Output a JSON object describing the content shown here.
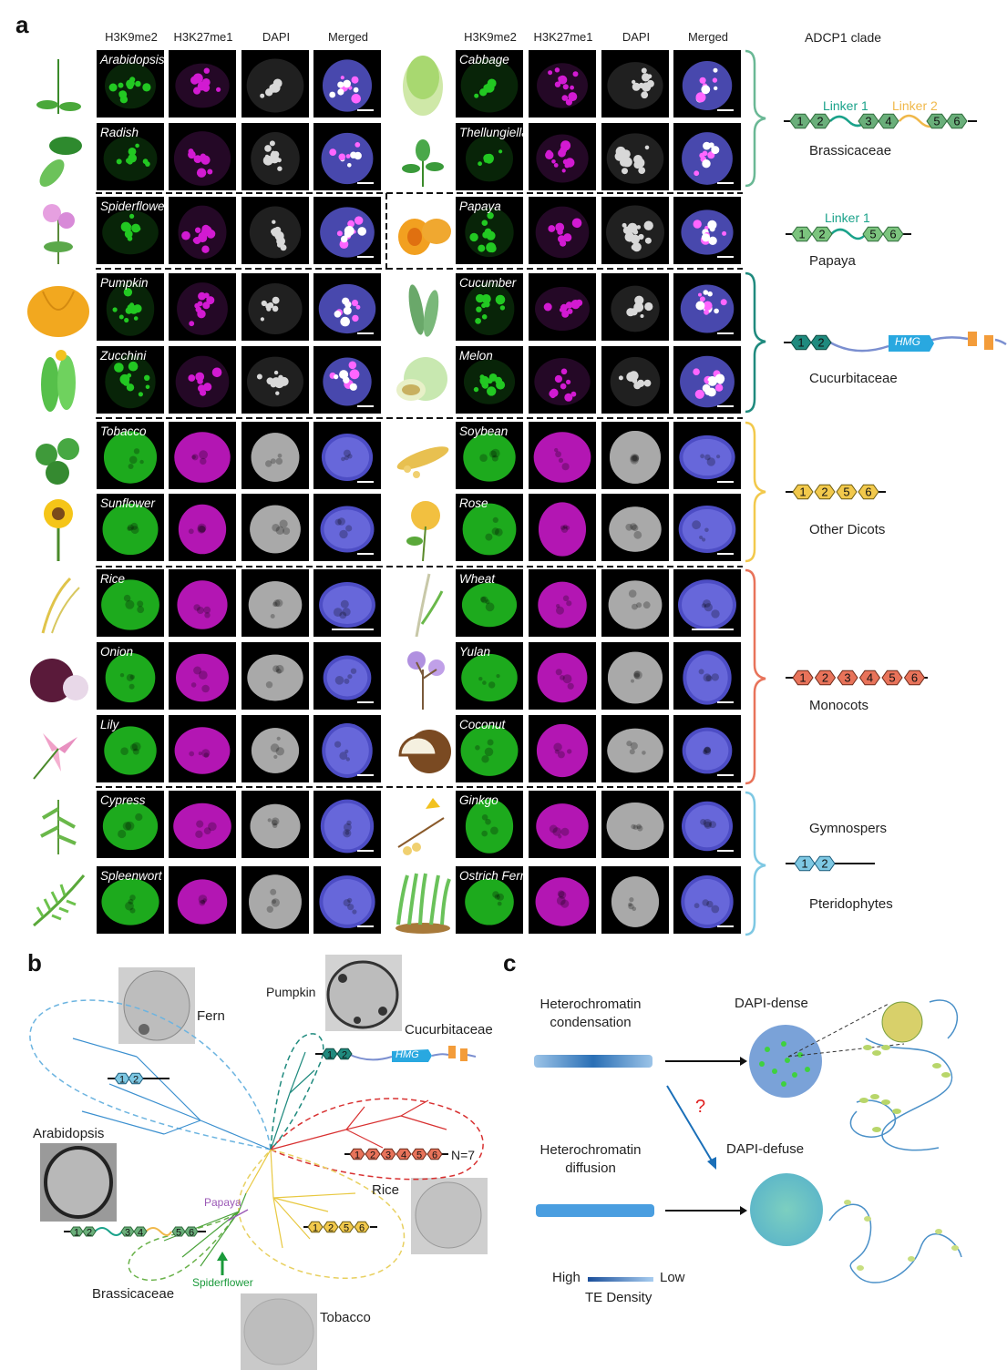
{
  "panel_labels": {
    "a": "a",
    "b": "b",
    "c": "c"
  },
  "panel_a": {
    "column_headers": [
      "H3K9me2",
      "H3K27me1",
      "DAPI",
      "Merged"
    ],
    "clade_header": "ADCP1 clade",
    "left_species": [
      "Arabidopsis",
      "Radish",
      "Spiderflower",
      "Pumpkin",
      "Zucchini",
      "Tobacco",
      "Sunflower",
      "Rice",
      "Onion",
      "Lily",
      "Cypress",
      "Spleenwort"
    ],
    "right_species": [
      "Cabbage",
      "Thellungiella",
      "Papaya",
      "Cucumber",
      "Melon",
      "Soybean",
      "Rose",
      "Wheat",
      "Yulan",
      "Coconut",
      "Ginkgo",
      "Ostrich Fern"
    ],
    "clades": {
      "brassicaceae": {
        "name": "Brassicaceae",
        "linker1": "Linker 1",
        "linker2": "Linker 2",
        "domains": [
          "1",
          "2",
          "3",
          "4",
          "5",
          "6"
        ]
      },
      "papaya": {
        "name": "Papaya",
        "linker1": "Linker 1",
        "domains": [
          "1",
          "2",
          "5",
          "6"
        ]
      },
      "cucurbitaceae": {
        "name": "Cucurbitaceae",
        "hmg": "HMG",
        "domains": [
          "1",
          "2"
        ]
      },
      "other_dicots": {
        "name": "Other  Dicots",
        "domains": [
          "1",
          "2",
          "5",
          "6"
        ]
      },
      "monocots": {
        "name": "Monocots",
        "domains": [
          "1",
          "2",
          "3",
          "4",
          "5",
          "6"
        ]
      },
      "gymnosperms": {
        "name": "Gymnospers"
      },
      "pteridophytes": {
        "name": "Pteridophytes",
        "domains": [
          "1",
          "2"
        ]
      }
    },
    "colors": {
      "brassicaceae": "#6aaf7a",
      "papaya": "#7cc47e",
      "cucurbitaceae": "#1f8a7e",
      "dicots": "#f2c94c",
      "monocots": "#e8735a",
      "gymno": "#7ec8e3"
    }
  },
  "panel_b": {
    "labels": {
      "fern": "Fern",
      "pumpkin": "Pumpkin",
      "cucurbitaceae": "Cucurbitaceae",
      "arabidopsis": "Arabidopsis",
      "rice": "Rice",
      "papaya": "Papaya",
      "brassicaceae": "Brassicaceae",
      "spiderflower": "Spiderflower",
      "tobacco": "Tobacco",
      "n7": "N=7",
      "hmg": "HMG"
    }
  },
  "panel_c": {
    "condensation": "Heterochromatin\ncondensation",
    "diffusion": "Heterochromatin\ndiffusion",
    "dapi_dense": "DAPI-dense",
    "dapi_defuse": "DAPI-defuse",
    "question": "?",
    "high": "High",
    "low": "Low",
    "te_density": "TE Density"
  }
}
